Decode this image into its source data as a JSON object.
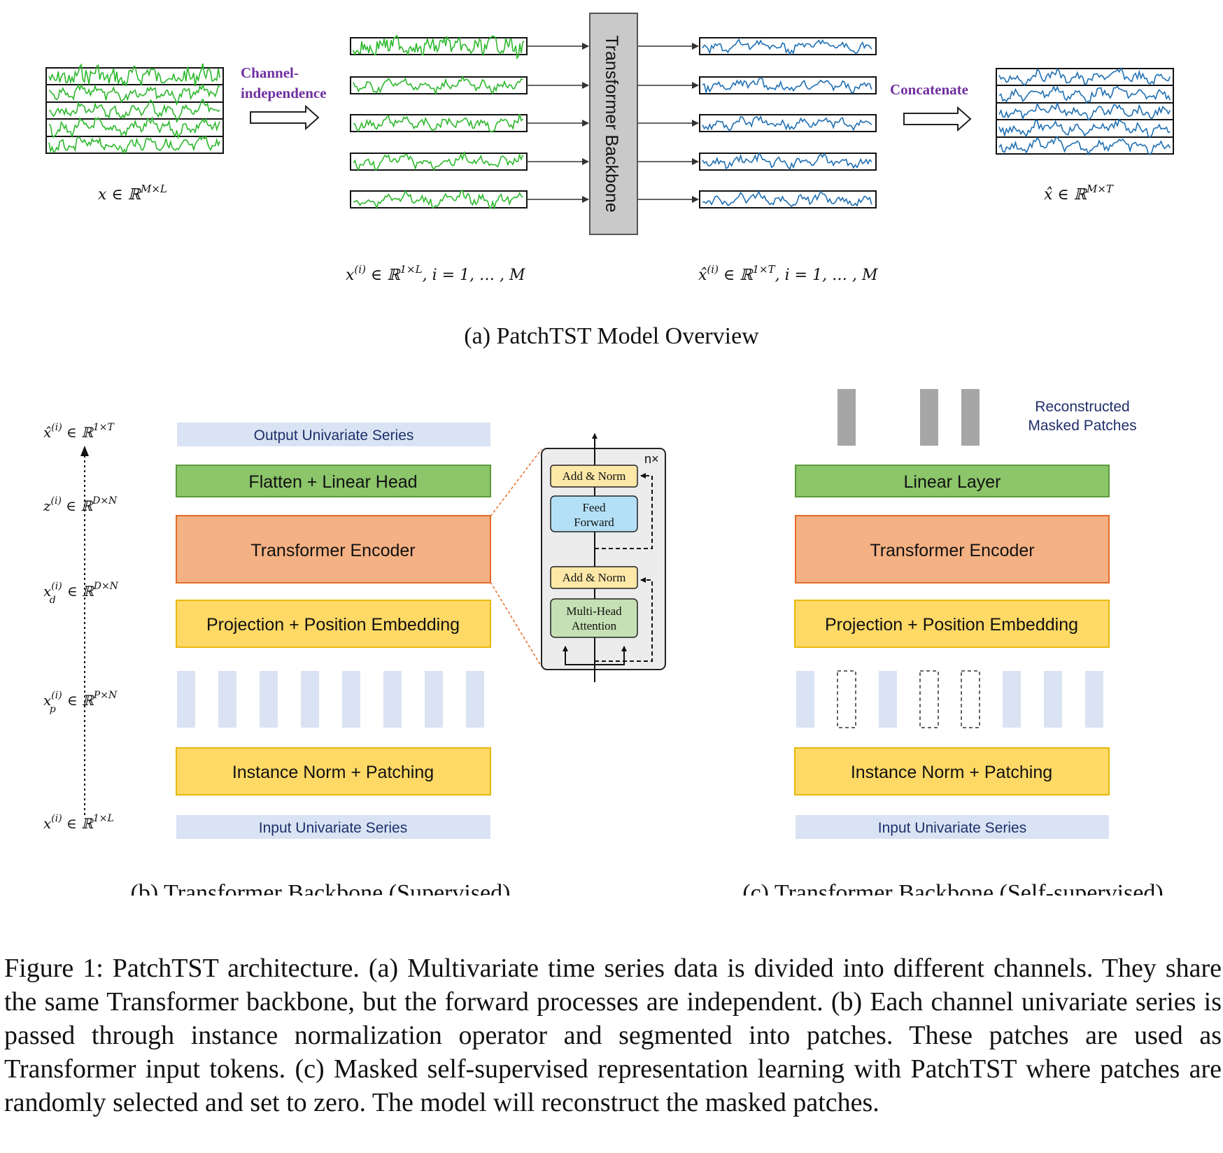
{
  "panel_a": {
    "arrow_label_1": "Channel-",
    "arrow_label_2": "independence",
    "concat_label": "Concatenate",
    "backbone_label": "Transformer Backbone",
    "input_math_base": "x ∈ ℝ",
    "input_math_sup": "M×L",
    "output_math_base": "x̂ ∈ ℝ",
    "output_math_sup": "M×T",
    "channel_in_math_base": "x",
    "channel_in_math_sup": "(i)",
    "channel_in_math_rest": " ∈ ℝ",
    "channel_in_math_sup2": "1×L",
    "channel_in_math_tail": ", i = 1, … , M",
    "channel_out_math_base": "x̂",
    "channel_out_math_sup": "(i)",
    "channel_out_math_rest": " ∈ ℝ",
    "channel_out_math_sup2": "1×T",
    "channel_out_math_tail": ", i = 1, … , M",
    "subcaption": "(a) PatchTST Model Overview",
    "colors": {
      "input_series": "#2db82d",
      "output_series": "#1f6fb2",
      "label_purple": "#7030a0"
    }
  },
  "panel_b": {
    "output_series": "Output Univariate Series",
    "head": "Flatten + Linear Head",
    "encoder": "Transformer Encoder",
    "projection": "Projection + Position Embedding",
    "norm_patching": "Instance Norm + Patching",
    "input_series": "Input Univariate Series",
    "subcaption": "(b) Transformer Backbone (Supervised)",
    "dims": [
      {
        "base": "x̂",
        "sup": "(i)",
        "sub": "",
        "space": "ℝ",
        "space_sup": "1×T"
      },
      {
        "base": "z",
        "sup": "(i)",
        "sub": "",
        "space": "ℝ",
        "space_sup": "D×N"
      },
      {
        "base": "x",
        "sup": "(i)",
        "sub": "d",
        "space": "ℝ",
        "space_sup": "D×N"
      },
      {
        "base": "x",
        "sup": "(i)",
        "sub": "p",
        "space": "ℝ",
        "space_sup": "P×N"
      },
      {
        "base": "x",
        "sup": "(i)",
        "sub": "",
        "space": "ℝ",
        "space_sup": "1×L"
      }
    ],
    "colors": {
      "head": "#8cc56a",
      "encoder": "#f4b183",
      "projection": "#ffd966",
      "series": "#dae3f3"
    }
  },
  "encoder_detail": {
    "repeat": "n×",
    "add_norm_top": "Add & Norm",
    "feed_forward_1": "Feed",
    "feed_forward_2": "Forward",
    "add_norm_bottom": "Add & Norm",
    "attention_1": "Multi-Head",
    "attention_2": "Attention"
  },
  "panel_c": {
    "reconstructed_1": "Reconstructed",
    "reconstructed_2": "Masked Patches",
    "head": "Linear Layer",
    "encoder": "Transformer Encoder",
    "projection": "Projection + Position Embedding",
    "norm_patching": "Instance Norm + Patching",
    "input_series": "Input Univariate Series",
    "subcaption": "(c) Transformer Backbone (Self-supervised)",
    "patch_mask": [
      false,
      true,
      false,
      true,
      true,
      false,
      false,
      false
    ]
  },
  "caption": "Figure 1: PatchTST architecture. (a) Multivariate time series data is divided into different channels. They share the same Transformer backbone, but the forward processes are independent. (b) Each channel univariate series is passed through instance normalization operator and segmented into patches. These patches are used as Transformer input tokens. (c) Masked self-supervised representation learning with PatchTST where patches are randomly selected and set to zero. The model will reconstruct the masked patches."
}
